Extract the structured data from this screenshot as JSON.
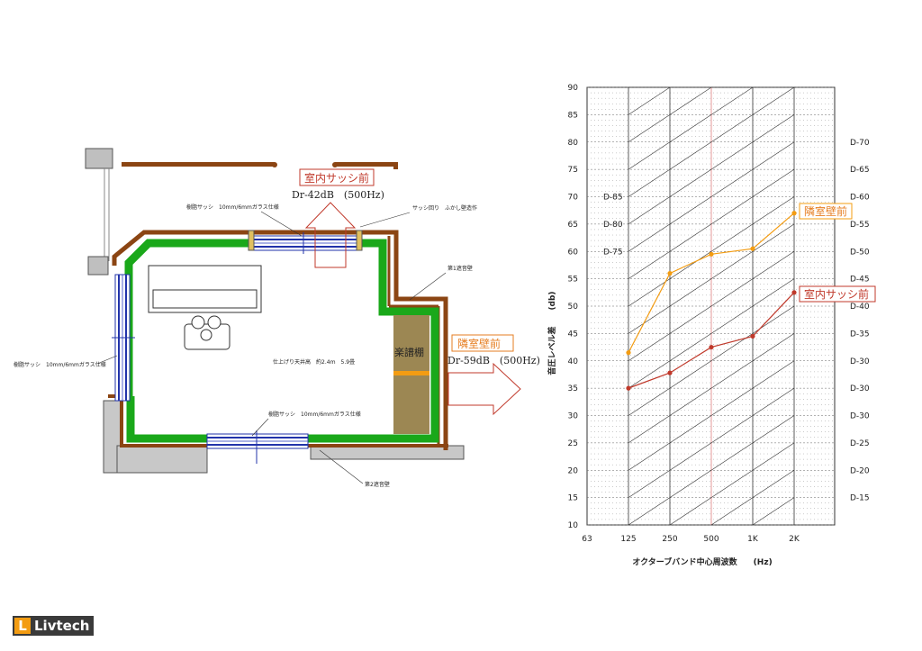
{
  "plan": {
    "callout_room_sash": "室内サッシ前",
    "dr_room_sash": "Dr-42dB　(500Hz)",
    "callout_next_room": "隣室壁前",
    "dr_next_room": "Dr-59dB　(500Hz)",
    "label_top_sash": "樹脂サッシ　10mm/6mmガラス仕様",
    "label_sash_around": "サッシ回り　ふかし壁造作",
    "label_wall1": "第1遮音壁",
    "label_left_sash": "樹脂サッシ　10mm/6mmガラス仕様",
    "label_finish": "仕上げり天井高　約2.4ｍ　5.9畳",
    "label_bottom_sash": "樹脂サッシ　10mm/6mmガラス仕様",
    "label_wall2": "第2遮音壁",
    "label_shelf": "楽譜棚"
  },
  "chart_data": {
    "type": "line",
    "ylabel": "音圧レベル差　　(db)",
    "xlabel": "オクターブバンド中心周波数　　(Hz)",
    "categories": [
      "63",
      "125",
      "250",
      "500",
      "1K",
      "2K"
    ],
    "ylim": [
      10,
      90
    ],
    "yticks": [
      10,
      15,
      20,
      25,
      30,
      35,
      40,
      45,
      50,
      55,
      60,
      65,
      70,
      75,
      80,
      85,
      90
    ],
    "d_labels_right": [
      "D-70",
      "D-65",
      "D-60",
      "D-55",
      "D-50",
      "D-45",
      "D-40",
      "D-35",
      "D-30",
      "D-30",
      "D-30",
      "D-25",
      "D-20",
      "D-15"
    ],
    "d_labels_right_y": [
      80,
      75,
      70,
      65,
      60,
      55,
      50,
      45,
      40,
      35,
      30,
      25,
      20,
      15
    ],
    "d_labels_left": [
      "D-85",
      "D-80",
      "D-75"
    ],
    "d_labels_left_y": [
      70,
      65,
      60
    ],
    "series": [
      {
        "name": "隣室壁前",
        "color": "#f39c12",
        "values": [
          null,
          41.5,
          56,
          59.5,
          60.5,
          67
        ]
      },
      {
        "name": "室内サッシ前",
        "color": "#c0392b",
        "values": [
          null,
          35,
          37.8,
          42.5,
          44.5,
          52.5
        ]
      }
    ],
    "grid": true,
    "red_vline_category": "500"
  },
  "branding": {
    "logo_mark": "L",
    "logo_text": "Livtech"
  }
}
